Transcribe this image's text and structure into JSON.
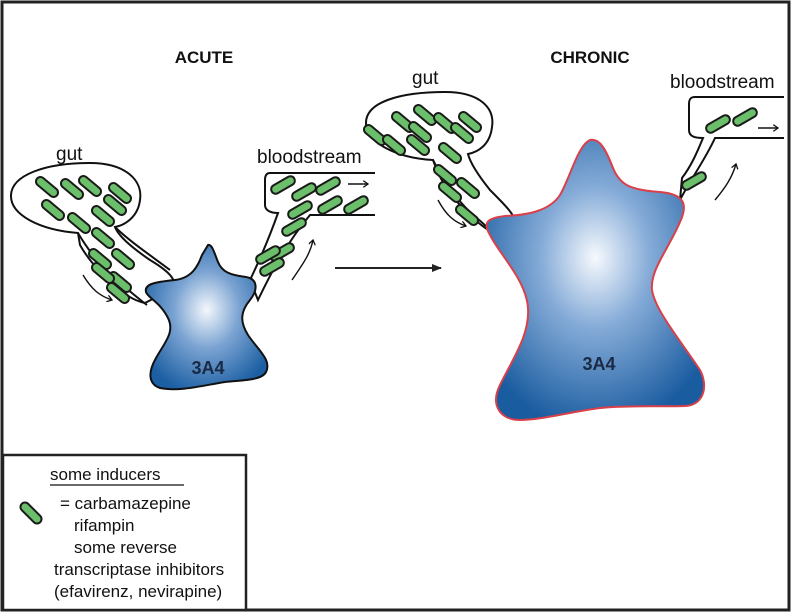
{
  "panels": {
    "acute": {
      "title": "ACUTE",
      "gut_label": "gut",
      "bloodstream_label": "bloodstream",
      "enzyme_label": "3A4",
      "enzyme_size": "small",
      "gut_pill_count": 14,
      "bloodstream_pill_count": 10
    },
    "chronic": {
      "title": "CHRONIC",
      "gut_label": "gut",
      "bloodstream_label": "bloodstream",
      "enzyme_label": "3A4",
      "enzyme_size": "large",
      "gut_pill_count": 14,
      "bloodstream_pill_count": 3
    }
  },
  "transition_arrow": "acute-to-chronic",
  "legend": {
    "heading": "some inducers",
    "symbol": "pill-icon",
    "lines": [
      "= carbamazepine",
      "rifampin",
      "some reverse",
      "transcriptase inhibitors",
      "(efavirenz, nevirapine)"
    ]
  },
  "colors": {
    "pill_fill": "#6cbf6a",
    "enzyme_dark": "#1c5fa3",
    "enzyme_light": "#f2f6fc",
    "chronic_enzyme_outline": "#d9404a",
    "frame": "#222222"
  }
}
